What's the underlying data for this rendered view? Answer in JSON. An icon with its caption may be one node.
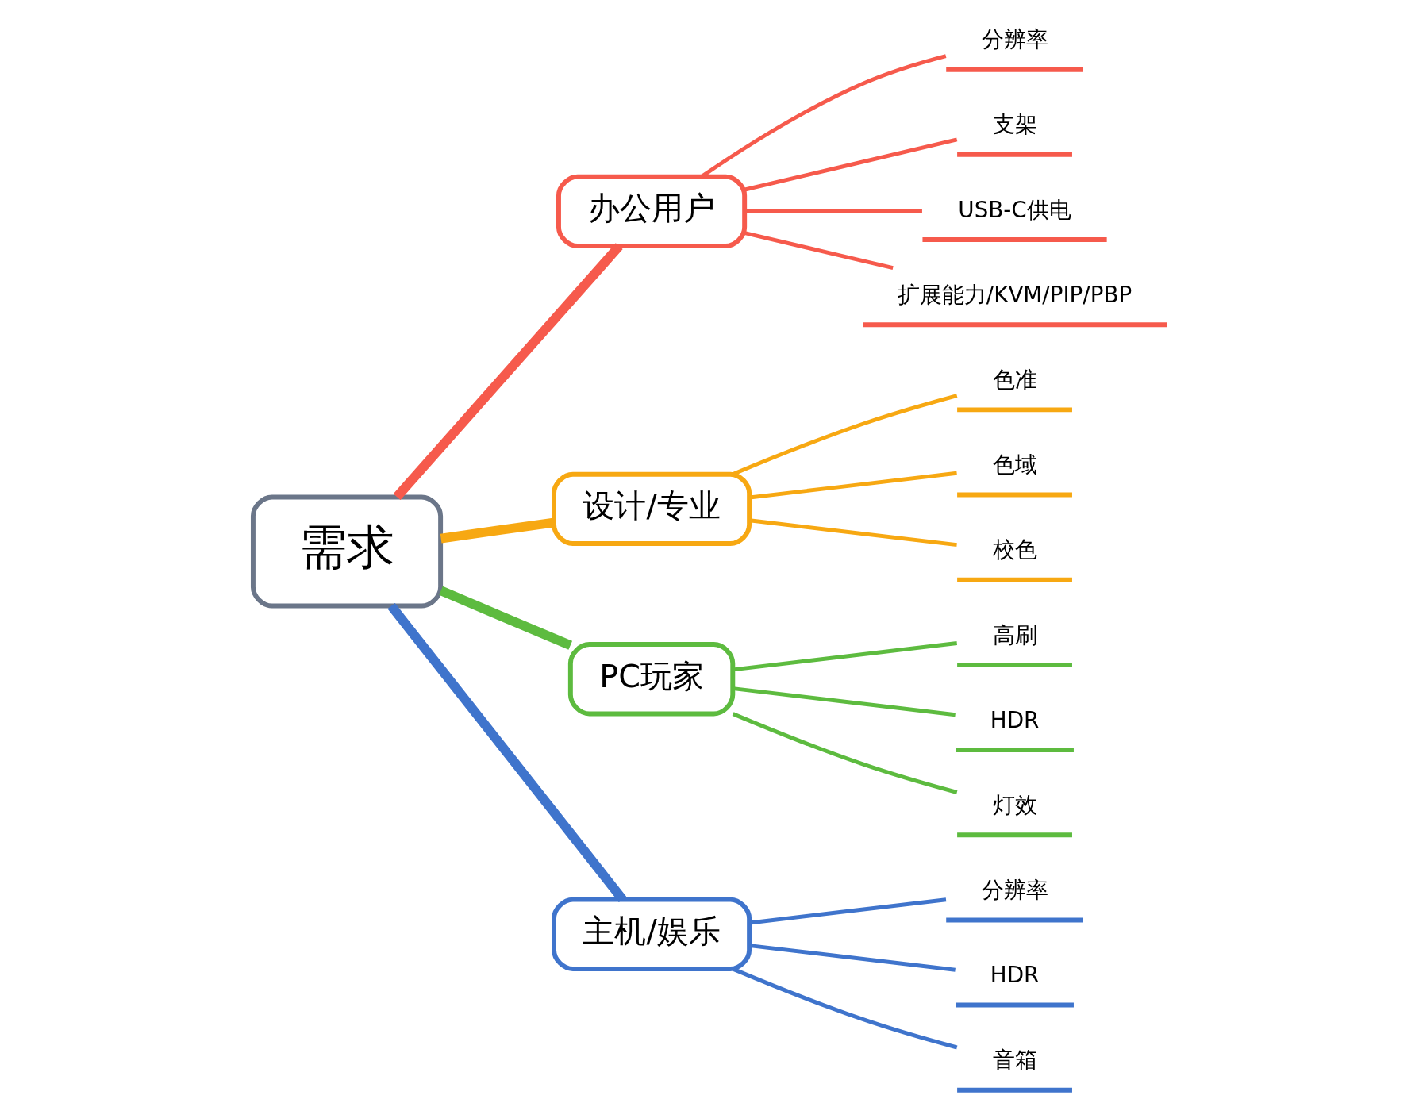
{
  "diagram": {
    "nodes": [
      {
        "text": [
          "需求"
        ]
      },
      {
        "text": [
          "办公用户"
        ]
      },
      {
        "text": [
          "分辨率"
        ]
      },
      {
        "text": [
          "支架"
        ]
      },
      {
        "text": [
          "USB-C供电"
        ]
      },
      {
        "text": [
          "扩展能力/KVM/PIP/PBP"
        ]
      },
      {
        "text": [
          "设计/专业"
        ]
      },
      {
        "text": [
          "色准"
        ]
      },
      {
        "text": [
          "色域"
        ]
      },
      {
        "text": [
          "校色"
        ]
      },
      {
        "text": [
          "PC玩家"
        ]
      },
      {
        "text": [
          "高刷"
        ]
      },
      {
        "text": [
          "HDR"
        ]
      },
      {
        "text": [
          "灯效"
        ]
      },
      {
        "text": [
          "主机/娱乐"
        ]
      },
      {
        "text": [
          "分辨率"
        ]
      },
      {
        "text": [
          "HDR"
        ]
      },
      {
        "text": [
          "音箱"
        ]
      }
    ],
    "edges": [
      {
        "from": 0,
        "to": 1,
        "arrow": "none",
        "style": "thick",
        "color": "#f65a4c"
      },
      {
        "from": 1,
        "to": 2,
        "arrow": "none",
        "color": "#f65a4c"
      },
      {
        "from": 1,
        "to": 3,
        "arrow": "none",
        "color": "#f65a4c"
      },
      {
        "from": 1,
        "to": 4,
        "arrow": "none",
        "color": "#f65a4c"
      },
      {
        "from": 1,
        "to": 5,
        "arrow": "none",
        "color": "#f65a4c"
      },
      {
        "from": 0,
        "to": 6,
        "arrow": "none",
        "style": "thick",
        "color": "#f7a812"
      },
      {
        "from": 6,
        "to": 7,
        "arrow": "none",
        "color": "#f7a812"
      },
      {
        "from": 6,
        "to": 8,
        "arrow": "none",
        "color": "#f7a812"
      },
      {
        "from": 6,
        "to": 9,
        "arrow": "none",
        "color": "#f7a812"
      },
      {
        "from": 0,
        "to": 10,
        "arrow": "none",
        "style": "thick",
        "color": "#5dbb3f"
      },
      {
        "from": 10,
        "to": 11,
        "arrow": "none",
        "color": "#5dbb3f"
      },
      {
        "from": 10,
        "to": 12,
        "arrow": "none",
        "color": "#5dbb3f"
      },
      {
        "from": 10,
        "to": 13,
        "arrow": "none",
        "color": "#5dbb3f"
      },
      {
        "from": 0,
        "to": 14,
        "arrow": "none",
        "style": "thick",
        "color": "#3f74cc"
      },
      {
        "from": 14,
        "to": 15,
        "arrow": "none",
        "color": "#3f74cc"
      },
      {
        "from": 14,
        "to": 16,
        "arrow": "none",
        "color": "#3f74cc"
      },
      {
        "from": 14,
        "to": 17,
        "arrow": "none",
        "color": "#3f74cc"
      }
    ]
  }
}
